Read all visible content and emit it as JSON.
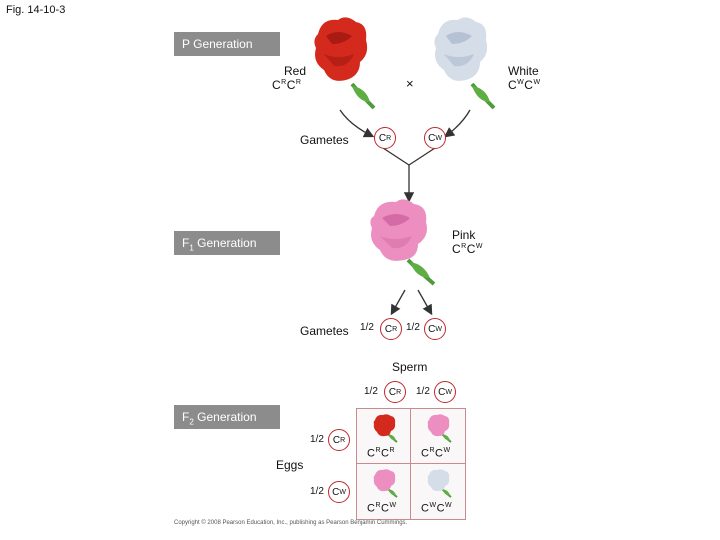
{
  "fig_label": "Fig. 14-10-3",
  "p_generation": {
    "title": "P Generation",
    "red_label": "Red",
    "red_genotype": "CRCR",
    "white_label": "White",
    "white_genotype": "CWCW",
    "cross": "×",
    "gametes_label": "Gametes",
    "gamete_red": "CR",
    "gamete_white": "CW"
  },
  "f1_generation": {
    "title": "F1 Generation",
    "pink_label": "Pink",
    "pink_genotype": "CRCW",
    "gametes_label": "Gametes",
    "gamete_red_fraction": "1/2",
    "gamete_red": "CR",
    "gamete_white_fraction": "1/2",
    "gamete_white": "CW"
  },
  "f2_generation": {
    "title": "F2 Generation",
    "sperm_label": "Sperm",
    "sperm_red_fraction": "1/2",
    "sperm_red": "CR",
    "sperm_white_fraction": "1/2",
    "sperm_white": "CW",
    "eggs_label": "Eggs",
    "egg_red_fraction": "1/2",
    "egg_red": "CR",
    "egg_white_fraction": "1/2",
    "egg_white": "CW",
    "cells": [
      {
        "genotype": "CRCR",
        "color": "red"
      },
      {
        "genotype": "CRCW",
        "color": "pink"
      },
      {
        "genotype": "CRCW",
        "color": "pink"
      },
      {
        "genotype": "CWCW",
        "color": "white"
      }
    ]
  },
  "copyright": "Copyright © 2008 Pearson Education, Inc., publishing as Pearson Benjamin Cummings.",
  "colors": {
    "red_flower": "#d42a1e",
    "white_flower": "#d4dde8",
    "pink_flower": "#ec8fc0",
    "stem_green": "#4f9a3c",
    "bar_gray": "#8c8c8c",
    "circle_red": "#c1272d"
  }
}
